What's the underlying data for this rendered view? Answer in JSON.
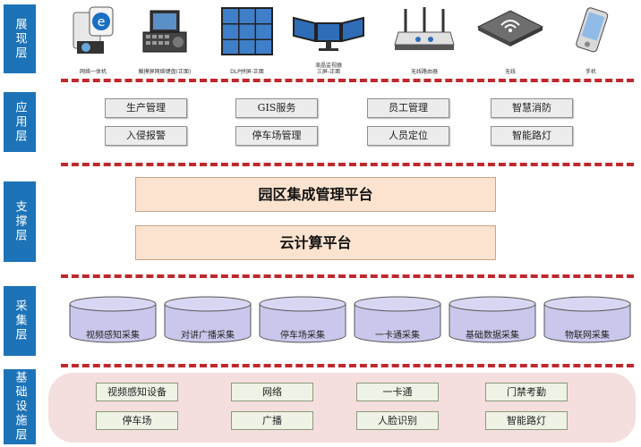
{
  "layers": [
    {
      "label": "展现层"
    },
    {
      "label": "应用层"
    },
    {
      "label": "支撑层"
    },
    {
      "label": "采集层"
    },
    {
      "label": "基础设施层"
    }
  ],
  "devices": [
    {
      "label": "网络一体机",
      "icon": "camera-terminal-icon"
    },
    {
      "label": "触摸屏网络键盘(正面)",
      "icon": "touch-keyboard-icon"
    },
    {
      "label": "DLP拼屏-正面",
      "icon": "video-wall-icon"
    },
    {
      "label": "液晶监视器\n三屏-正面",
      "icon": "triple-monitor-icon"
    },
    {
      "label": "无线路由器",
      "icon": "wireless-router-icon"
    },
    {
      "label": "无线",
      "icon": "wireless-access-point-icon"
    },
    {
      "label": "手机",
      "icon": "mobile-phone-icon"
    }
  ],
  "applications": [
    [
      "生产管理",
      "GIS服务",
      "员工管理",
      "智慧消防"
    ],
    [
      "入侵报警",
      "停车场管理",
      "人员定位",
      "智能路灯"
    ]
  ],
  "platforms": [
    "园区集成管理平台",
    "云计算平台"
  ],
  "collection": [
    "视频感知采集",
    "对讲广播采集",
    "停车场采集",
    "一卡通采集",
    "基础数据采集",
    "物联网采集"
  ],
  "infrastructure": [
    [
      "视频感知设备",
      "网络",
      "一卡通",
      "门禁考勤"
    ],
    [
      "停车场",
      "广播",
      "人脸识别",
      "智能路灯"
    ]
  ],
  "colors": {
    "layer_label_bg": "#1d73b8",
    "divider": "#c0282d",
    "platform_fill": "#fbe3cf",
    "cylinder_fill": "#c9c8ec",
    "base_panel": "#f4dede"
  }
}
